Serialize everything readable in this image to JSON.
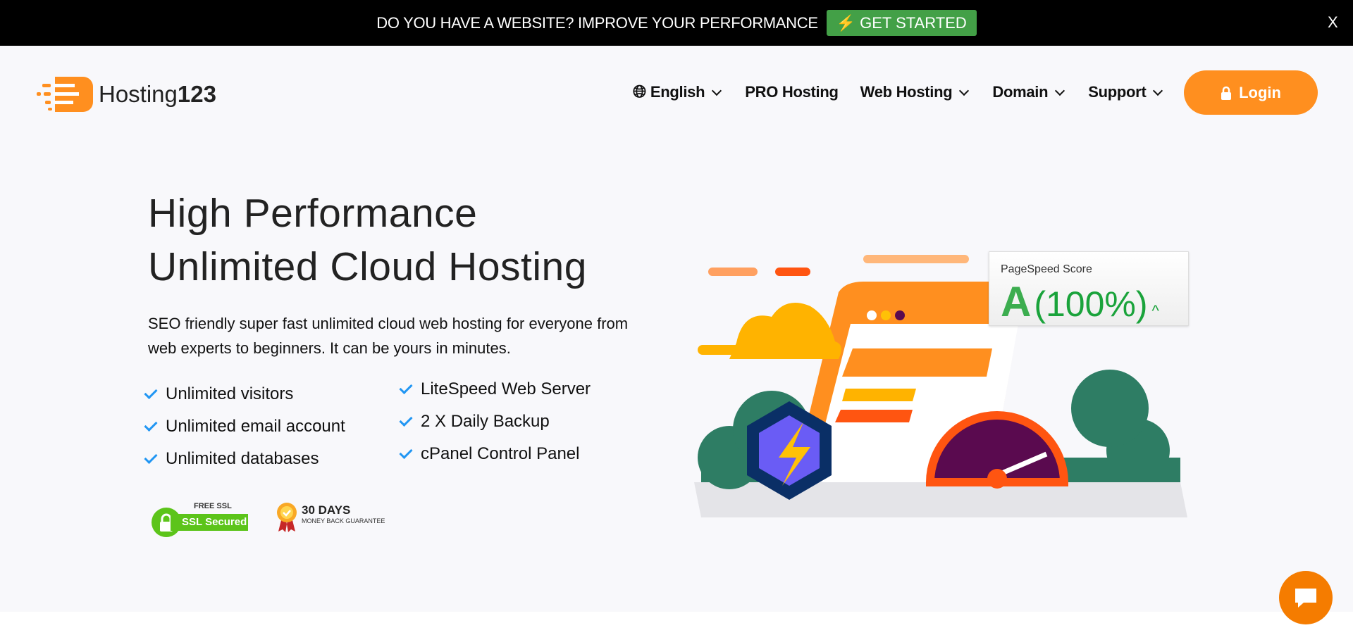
{
  "promo": {
    "message": "DO YOU HAVE A WEBSITE? IMPROVE YOUR PERFORMANCE",
    "cta": "GET STARTED",
    "close": "X"
  },
  "header": {
    "logo_text": "Hosting",
    "logo_num": "123",
    "nav": [
      {
        "label": "English"
      },
      {
        "label": "PRO Hosting"
      },
      {
        "label": "Web Hosting"
      },
      {
        "label": "Domain"
      },
      {
        "label": "Support"
      }
    ],
    "login": "Login"
  },
  "hero": {
    "title_line1": "High Performance",
    "title_line2": "Unlimited Cloud Hosting",
    "lead": "SEO friendly super fast unlimited cloud web hosting for everyone from web experts to beginners. It can be yours in minutes.",
    "features_left": [
      "Unlimited visitors",
      "Unlimited email account",
      "Unlimited databases"
    ],
    "features_right": [
      "LiteSpeed Web Server",
      "2 X Daily Backup",
      "cPanel Control Panel"
    ],
    "ssl_badge": {
      "top": "FREE SSL",
      "main": "SSL Secured"
    },
    "money_badge": {
      "top": "30 DAYS",
      "sub": "MONEY BACK GUARANTEE"
    }
  },
  "pagespeed": {
    "label": "PageSpeed Score",
    "grade": "A",
    "score": "(100%)"
  },
  "colors": {
    "accent": "#ff8f1f",
    "cta_green": "#43a047",
    "check": "#2196f3"
  }
}
